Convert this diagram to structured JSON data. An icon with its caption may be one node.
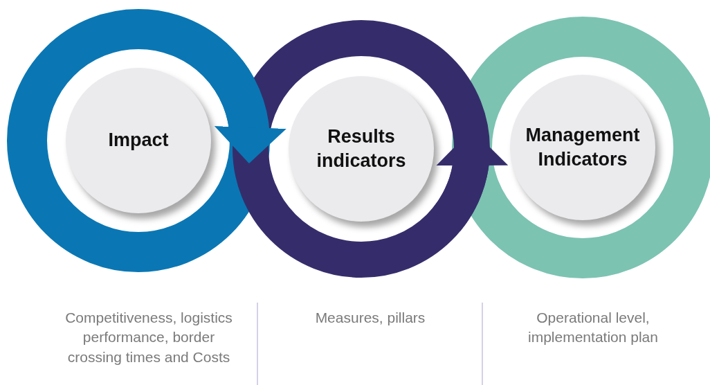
{
  "diagram": {
    "nodes": [
      {
        "text": [
          "Impact"
        ]
      },
      {
        "text": [
          "Results indicators"
        ]
      },
      {
        "text": [
          "Management Indicators"
        ]
      }
    ],
    "edges": [
      {
        "from": 0,
        "to": 1,
        "arrow": "to",
        "color": "#0a77b4"
      },
      {
        "from": 1,
        "to": 2,
        "arrow": "to",
        "color": "#352d6b"
      }
    ],
    "labels": [
      "Competitiveness, logistics performance, border crossing times and Costs",
      "Measures, pillars",
      "Operational level, implementation plan"
    ]
  }
}
